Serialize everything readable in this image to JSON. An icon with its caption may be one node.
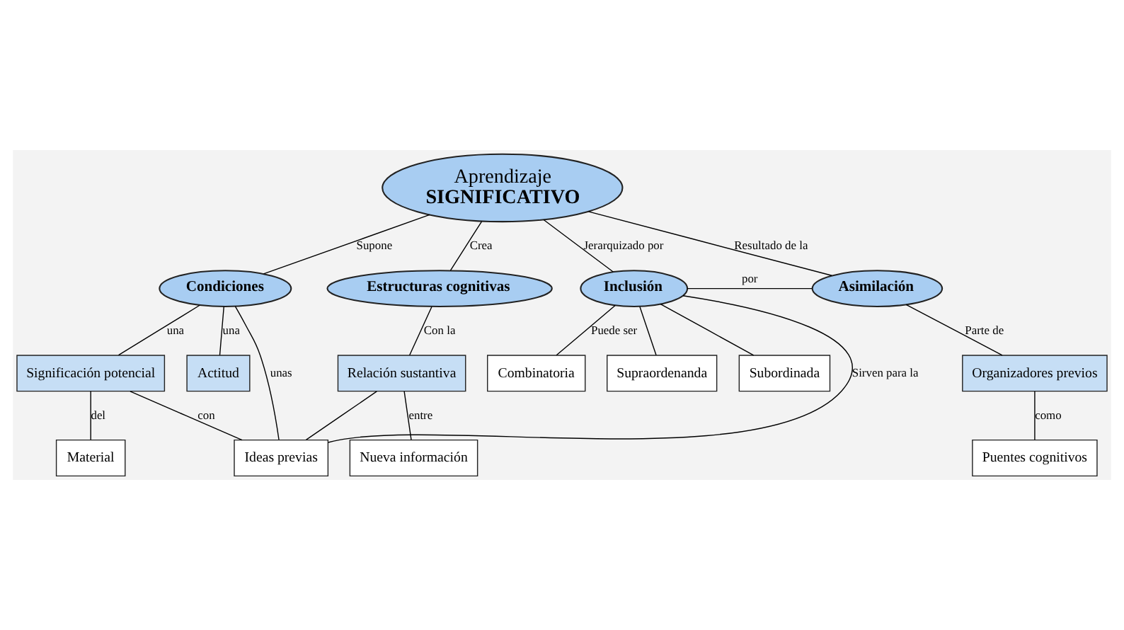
{
  "diagram": {
    "nodes": [
      {
        "text": [
          "Aprendizaje",
          "SIGNIFICATIVO"
        ]
      },
      {
        "text": [
          "Estructuras cognitivas"
        ]
      },
      {
        "text": [
          "Condiciones"
        ]
      },
      {
        "text": [
          "Inclusión"
        ]
      },
      {
        "text": [
          "Asimilación"
        ]
      },
      {
        "text": [
          "Actitud"
        ]
      },
      {
        "text": [
          "Relación sustantiva"
        ]
      },
      {
        "text": [
          "Organizadores previos"
        ]
      },
      {
        "text": [
          "Significación potencial"
        ]
      },
      {
        "text": [
          "Combinatoria"
        ]
      },
      {
        "text": [
          "Supraordenanda"
        ]
      },
      {
        "text": [
          "Subordinada"
        ]
      },
      {
        "text": [
          "Nueva información"
        ]
      },
      {
        "text": [
          "Ideas previas"
        ]
      },
      {
        "text": [
          "Material"
        ]
      },
      {
        "text": [
          "Puentes cognitivos"
        ]
      }
    ],
    "edges": [
      {
        "from": 0,
        "to": 1,
        "arrow": "none",
        "label": "Crea"
      },
      {
        "from": 0,
        "to": 2,
        "arrow": "none",
        "label": "Supone"
      },
      {
        "from": 0,
        "to": 3,
        "arrow": "none",
        "label": "Jerarquizado por"
      },
      {
        "from": 0,
        "to": 4,
        "arrow": "none",
        "label": "Resultado de la"
      },
      {
        "from": 4,
        "to": 3,
        "arrow": "none",
        "label": "por"
      },
      {
        "from": 4,
        "to": 7,
        "arrow": "none",
        "label": "Parte de"
      },
      {
        "from": 1,
        "to": 6,
        "arrow": "none",
        "label": "Con la"
      },
      {
        "from": 2,
        "to": 5,
        "arrow": "none",
        "label": "una"
      },
      {
        "from": 2,
        "to": 13,
        "arrow": "none",
        "label": "unas"
      },
      {
        "from": 2,
        "to": 8,
        "arrow": "none",
        "label": "una"
      },
      {
        "from": 6,
        "to": 12,
        "arrow": "none",
        "label": "entre"
      },
      {
        "from": 6,
        "to": 13,
        "arrow": "none"
      },
      {
        "from": 8,
        "to": 13,
        "arrow": "none",
        "label": "con"
      },
      {
        "from": 8,
        "to": 14,
        "arrow": "none",
        "label": "del"
      },
      {
        "from": 3,
        "to": 9,
        "arrow": "none",
        "label": "Puede ser"
      },
      {
        "from": 3,
        "to": 10,
        "arrow": "none"
      },
      {
        "from": 3,
        "to": 11,
        "arrow": "none"
      },
      {
        "from": 7,
        "to": 15,
        "arrow": "none",
        "label": "como"
      },
      {
        "from": 13,
        "to": 3,
        "arrow": "none",
        "label": "Sirven para la"
      }
    ]
  }
}
